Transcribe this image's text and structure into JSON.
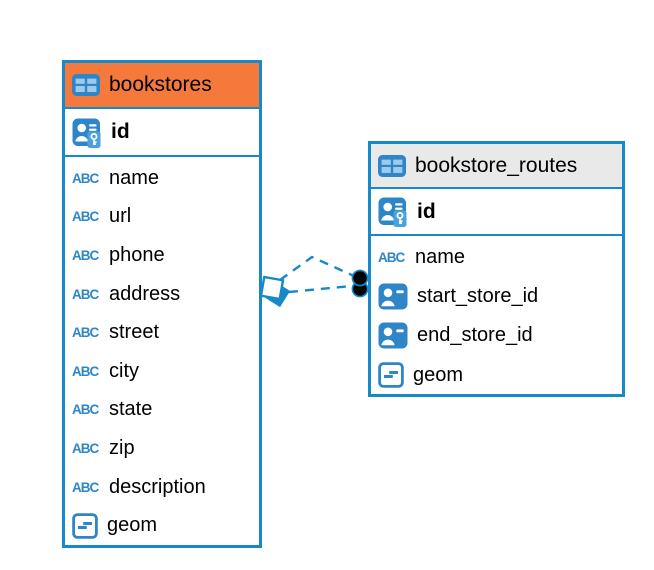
{
  "diagram": {
    "background": "#ffffff",
    "accent_blue": "#1789c8",
    "icon_blue": "#2e86c8",
    "icon_blue_light": "#9fc9e8",
    "key_badge_blue": "#4aa2dd",
    "text_color": "#000000"
  },
  "icons": {
    "text_glyph": "ABC"
  },
  "tables": [
    {
      "name": "bookstores",
      "header_color": "#f5793b",
      "primary_key": {
        "label": "id"
      },
      "fields": [
        {
          "label": "name",
          "type": "text"
        },
        {
          "label": "url",
          "type": "text"
        },
        {
          "label": "phone",
          "type": "text"
        },
        {
          "label": "address",
          "type": "text"
        },
        {
          "label": "street",
          "type": "text"
        },
        {
          "label": "city",
          "type": "text"
        },
        {
          "label": "state",
          "type": "text"
        },
        {
          "label": "zip",
          "type": "text"
        },
        {
          "label": "description",
          "type": "text"
        },
        {
          "label": "geom",
          "type": "geometry"
        }
      ]
    },
    {
      "name": "bookstore_routes",
      "header_color": "#e9e9e9",
      "primary_key": {
        "label": "id"
      },
      "fields": [
        {
          "label": "name",
          "type": "text"
        },
        {
          "label": "start_store_id",
          "type": "fk"
        },
        {
          "label": "end_store_id",
          "type": "fk"
        },
        {
          "label": "geom",
          "type": "geometry"
        }
      ]
    }
  ],
  "relationship": {
    "connects": [
      "bookstores",
      "bookstore_routes"
    ],
    "line_count": 2,
    "line_style": "dashed",
    "color": "#1789c8",
    "source_marker": "double-diamond",
    "target_marker": "double-dot"
  }
}
